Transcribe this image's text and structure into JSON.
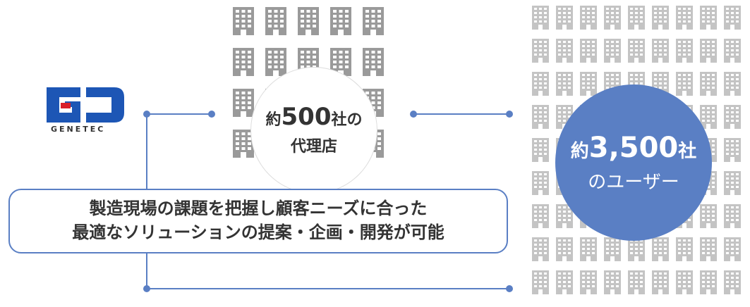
{
  "logo": {
    "brand": "GENETEC",
    "icon": "genetec-logo"
  },
  "agencies": {
    "prefix": "約",
    "number": "500",
    "suffix": "社の",
    "line2": "代理店"
  },
  "users": {
    "prefix": "約",
    "number": "3,500",
    "suffix": "社",
    "line2": "のユーザー"
  },
  "description": {
    "line1": "製造現場の課題を把握し顧客ニーズに合った",
    "line2": "最適なソリューションの提案・企画・開発が可能"
  },
  "colors": {
    "accent": "#5a7fc4",
    "building": "#9a9a9a",
    "logo_blue": "#1d56b5",
    "logo_red": "#d81e2a"
  }
}
